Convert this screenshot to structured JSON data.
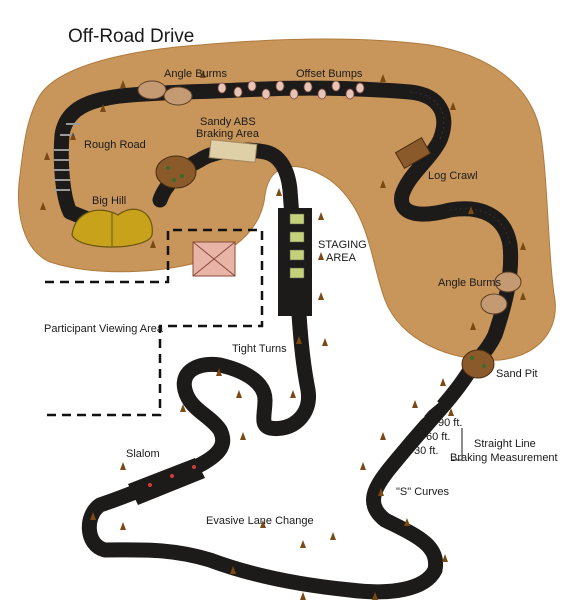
{
  "title": "Off-Road Drive",
  "labels": {
    "angle_burms_top": "Angle Burms",
    "offset_bumps": "Offset Bumps",
    "rough_road": "Rough Road",
    "sandy_abs_line1": "Sandy ABS",
    "sandy_abs_line2": "Braking Area",
    "big_hill": "Big Hill",
    "log_crawl": "Log Crawl",
    "staging_line1": "STAGING",
    "staging_line2": "AREA",
    "angle_burms_right": "Angle Burms",
    "participant_viewing": "Participant Viewing Area",
    "tight_turns": "Tight Turns",
    "sand_pit": "Sand Pit",
    "ft90": "90 ft.",
    "ft60": "60 ft.",
    "ft30": "30 ft.",
    "straight_line_line1": "Straight Line",
    "straight_line_line2": "Braking Measurement",
    "slalom": "Slalom",
    "s_curves": "\"S\" Curves",
    "evasive": "Evasive Lane Change"
  },
  "colors": {
    "terrain": "#c8955a",
    "track": "#1d1a1a",
    "cone": "#7a4a14",
    "hill": "#c9a21c",
    "rocks": "#8b5a2b",
    "vehicle": "#c5d07a"
  }
}
